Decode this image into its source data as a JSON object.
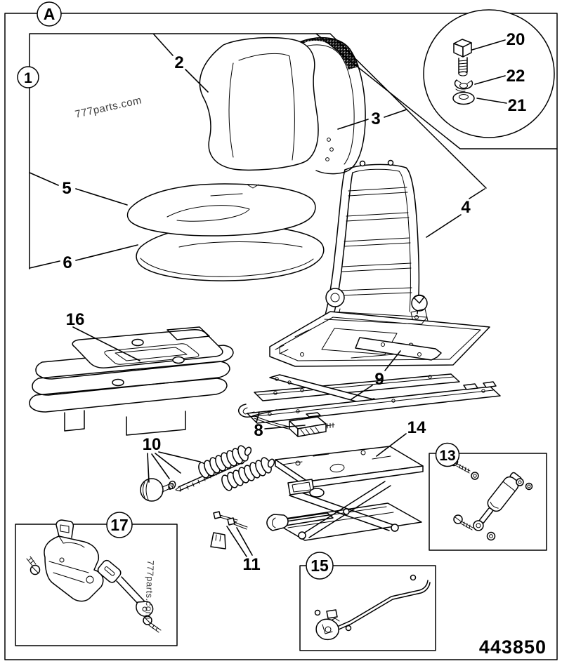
{
  "sheet": {
    "part_number": "443850",
    "watermark_main": "777parts.com",
    "watermark_side": "777parts.com"
  },
  "markers": {
    "view": "A",
    "assembly": "1",
    "damper_detail": "13",
    "lever_detail": "15",
    "seatbelt_detail": "17"
  },
  "callouts": {
    "backrest_cushion": "2",
    "backrest_shell": "3",
    "seat_frame": "4",
    "upper_cushion": "5",
    "lower_cushion": "6",
    "rail_latch": "8",
    "mounting_strips": "9",
    "tension_adjuster": "10",
    "retaining_pins": "11",
    "suspension_unit": "14",
    "bellows": "16",
    "bolt": "20",
    "flat_washer": "21",
    "spring_washer": "22"
  }
}
